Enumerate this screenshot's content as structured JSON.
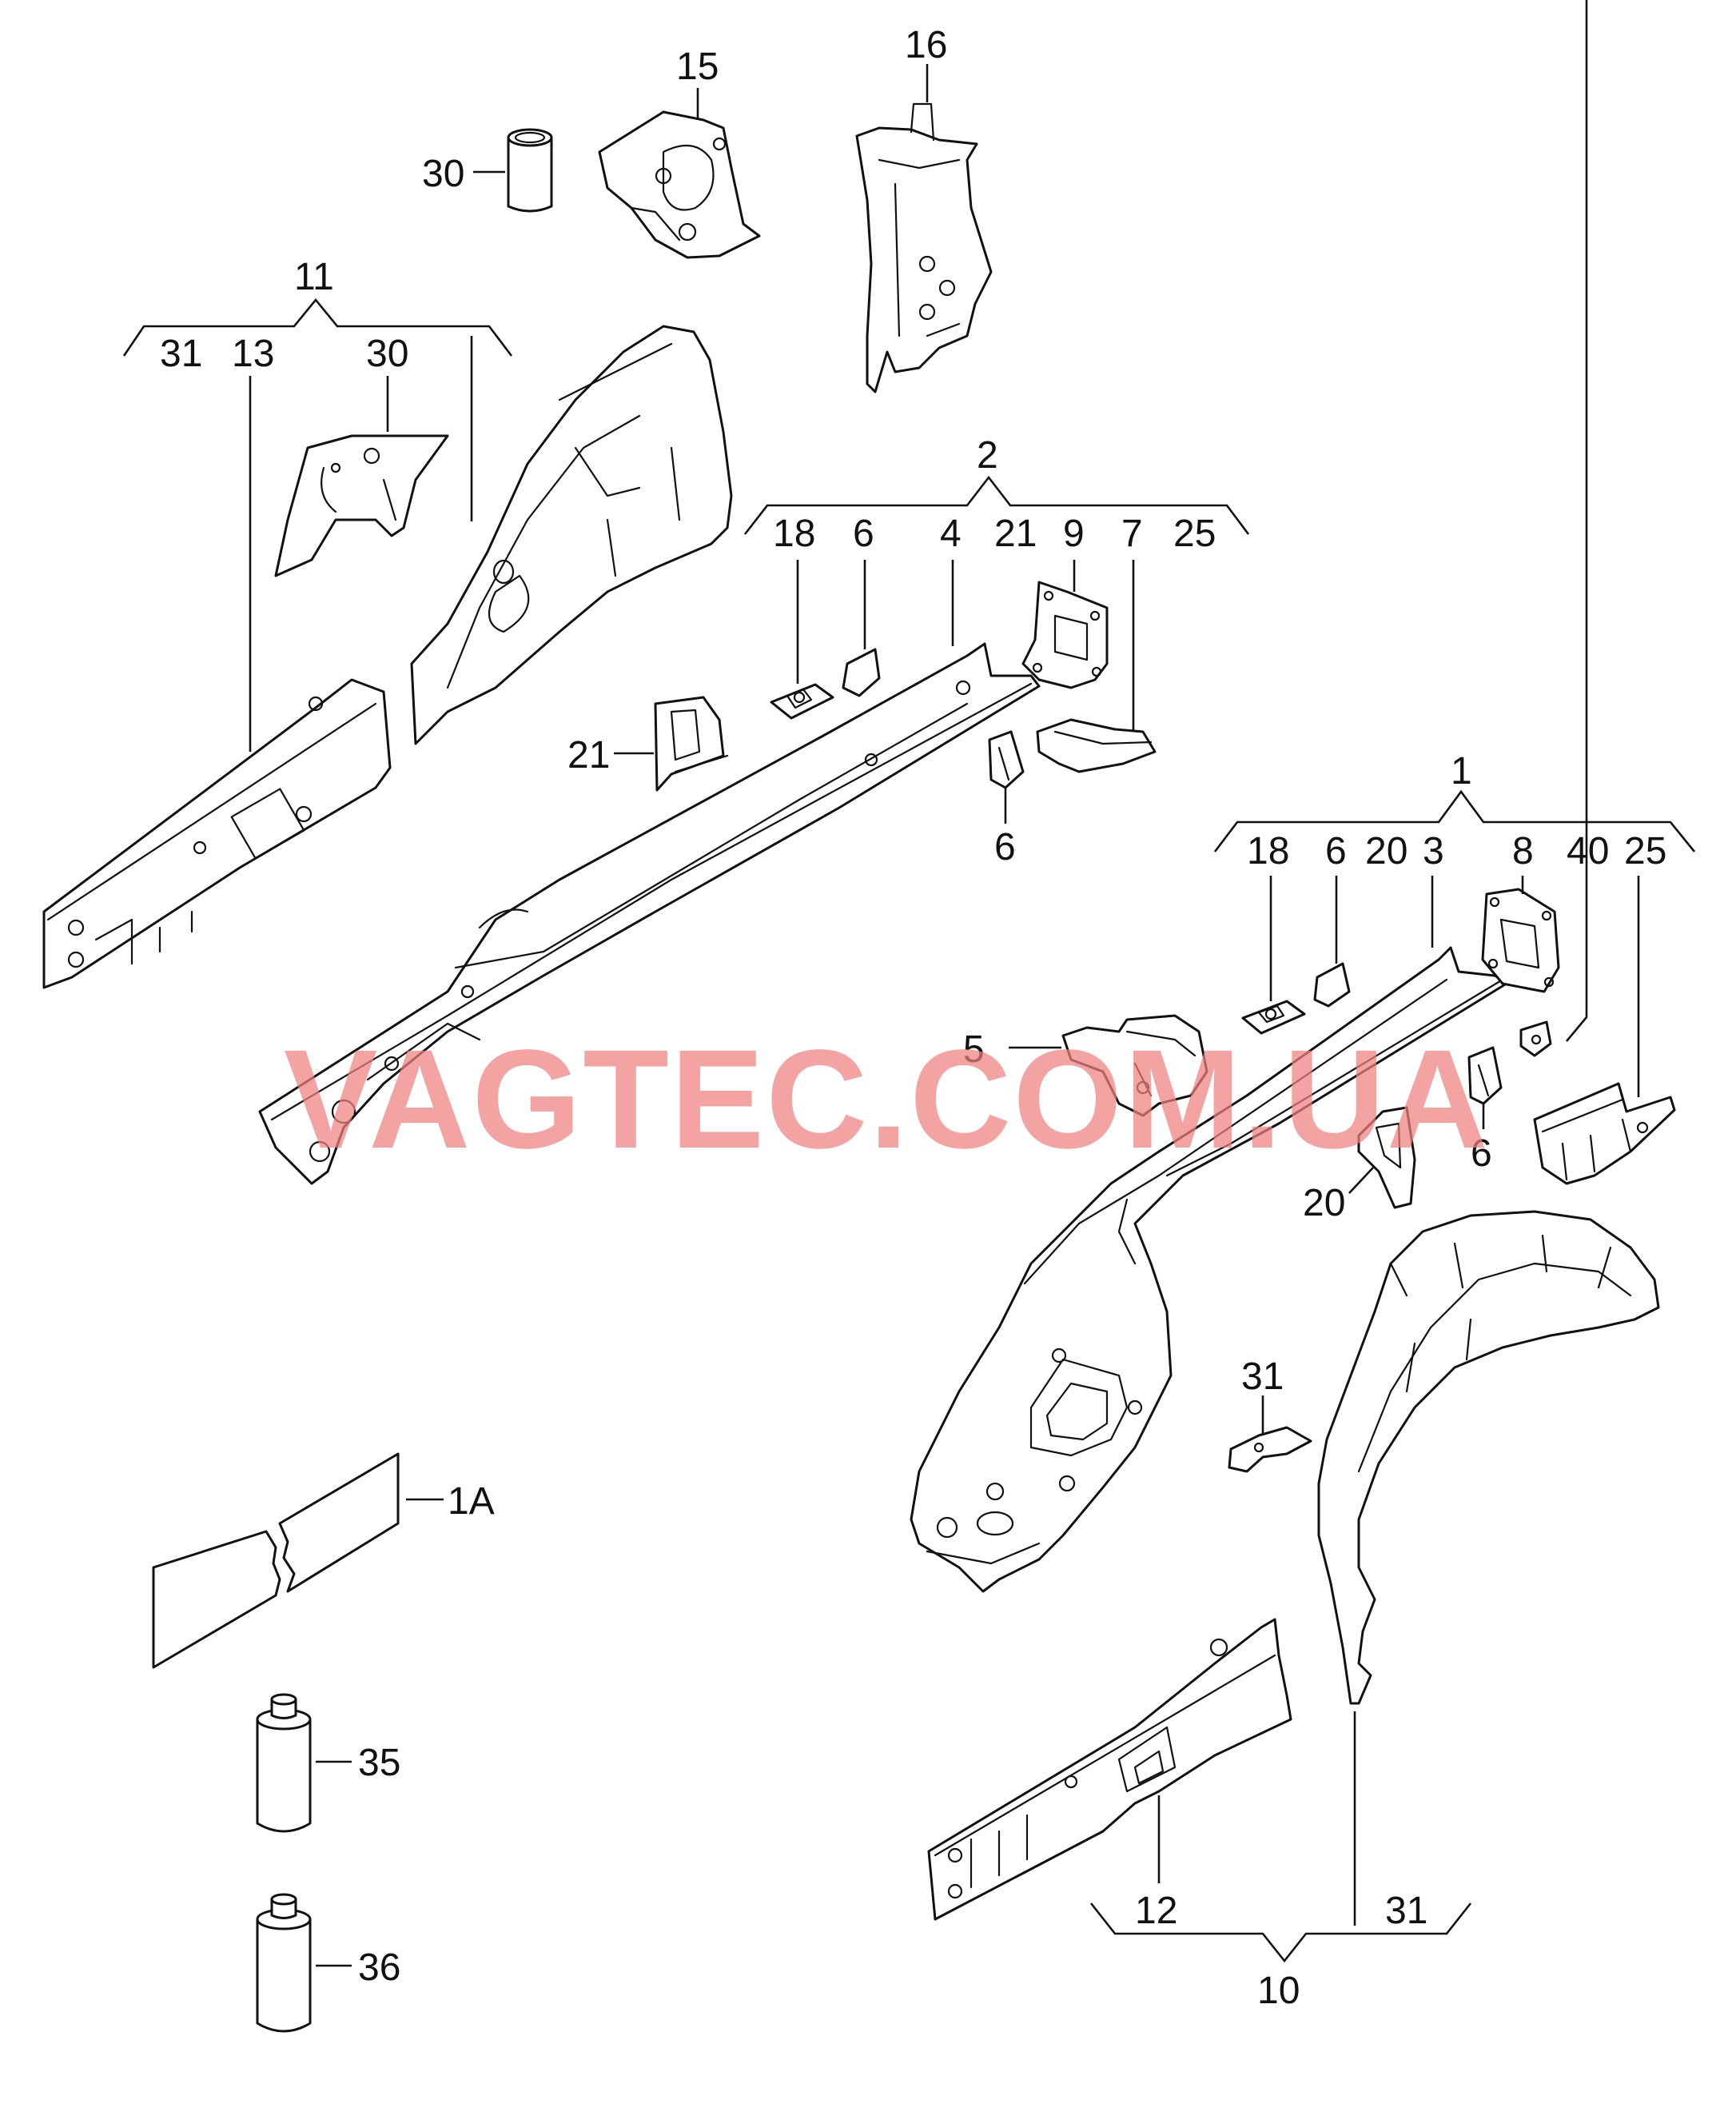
{
  "watermark": "VAGTEC.COM.UA",
  "accent_color": "#f08080",
  "labels": {
    "l16": "16",
    "l15": "15",
    "l30a": "30",
    "l11": "11",
    "l31a": "31",
    "l13": "13",
    "l30b": "30",
    "l2": "2",
    "l18a": "18",
    "l6a": "6",
    "l4": "4",
    "l21a": "21",
    "l9": "9",
    "l7": "7",
    "l25a": "25",
    "l21b": "21",
    "l6b": "6",
    "l1": "1",
    "l18b": "18",
    "l6c": "6",
    "l20a": "20",
    "l3": "3",
    "l8": "8",
    "l40": "40",
    "l25b": "25",
    "l5": "5",
    "l6d": "6",
    "l20b": "20",
    "l31b": "31",
    "l1A": "1A",
    "l35": "35",
    "l36": "36",
    "l12": "12",
    "l31c": "31",
    "l10": "10"
  }
}
